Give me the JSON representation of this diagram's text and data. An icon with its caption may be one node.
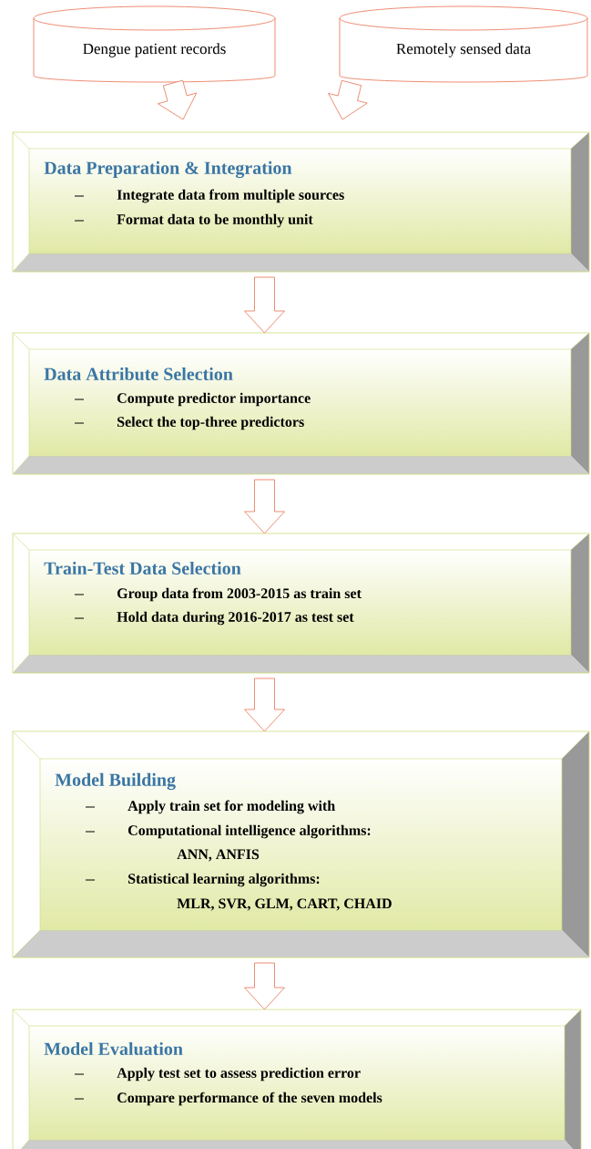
{
  "diagram": {
    "nodes": [
      {
        "text": [
          "Dengue patient records"
        ]
      },
      {
        "text": [
          "Remotely sensed data"
        ]
      },
      {
        "text": [
          "Data Preparation & Integration",
          "Integrate data from multiple sources",
          "Format data to be monthly unit"
        ]
      },
      {
        "text": [
          "Data Attribute Selection",
          "Compute predictor importance",
          "Select the top-three predictors"
        ]
      },
      {
        "text": [
          "Train-Test Data Selection",
          "Group data from 2003-2015 as train set",
          "Hold data during 2016-2017 as test set"
        ]
      },
      {
        "text": [
          "Model Building",
          "Apply train set for modeling with",
          "Computational intelligence algorithms:",
          "ANN, ANFIS",
          "Statistical learning algorithms:",
          "MLR, SVR, GLM, CART, CHAID"
        ]
      },
      {
        "text": [
          "Model Evaluation",
          "Apply test set to assess prediction error",
          "Compare performance of the seven models"
        ]
      }
    ],
    "edges": [
      {
        "from": 0,
        "to": 2,
        "arrow": "to"
      },
      {
        "from": 1,
        "to": 2,
        "arrow": "to"
      },
      {
        "from": 2,
        "to": 3,
        "arrow": "to"
      },
      {
        "from": 3,
        "to": 4,
        "arrow": "to"
      },
      {
        "from": 4,
        "to": 5,
        "arrow": "to"
      },
      {
        "from": 5,
        "to": 6,
        "arrow": "to"
      }
    ]
  }
}
